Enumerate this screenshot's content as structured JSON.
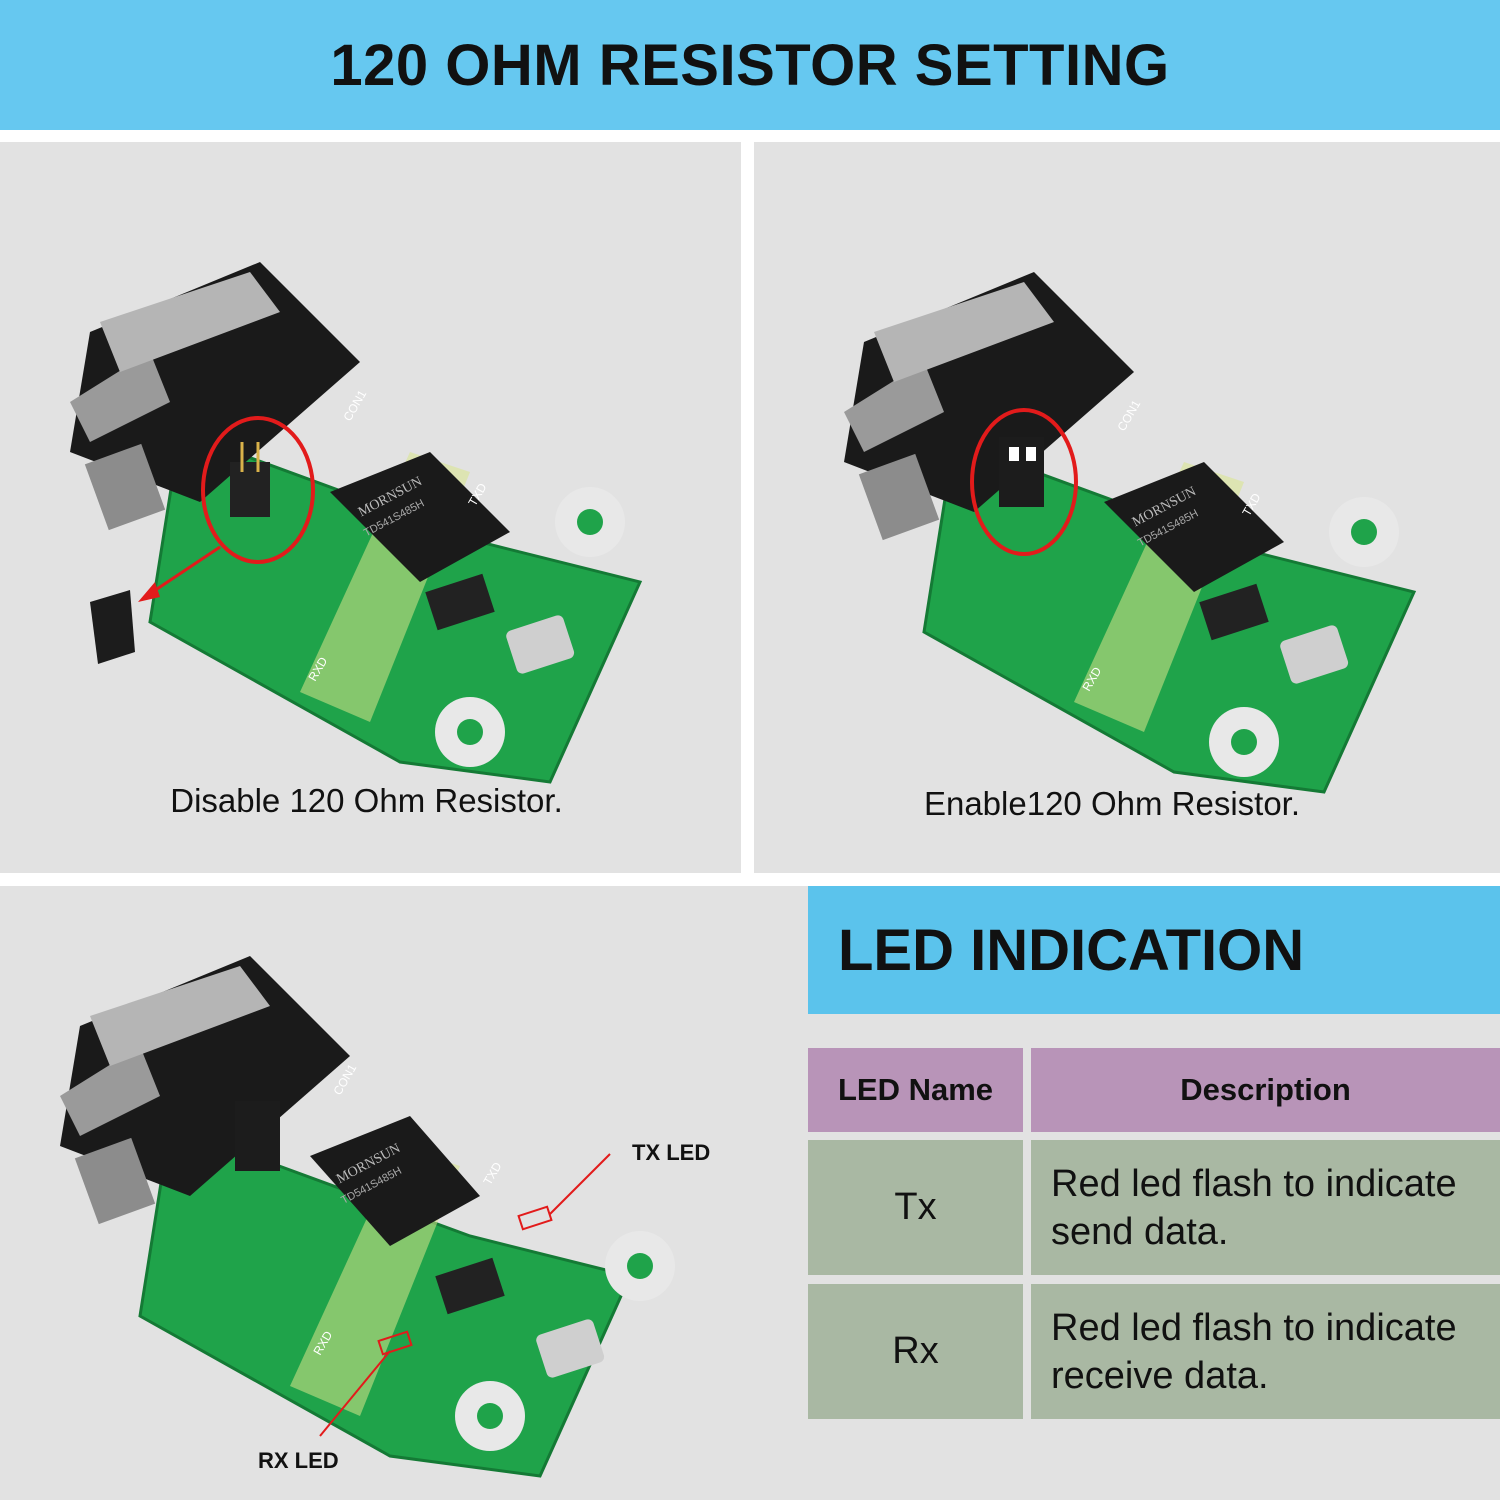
{
  "header": {
    "title": "120 OHM RESISTOR SETTING"
  },
  "panels": {
    "disable": {
      "caption": "Disable 120 Ohm Resistor."
    },
    "enable": {
      "caption": "Enable120 Ohm Resistor."
    }
  },
  "board": {
    "chip_brand": "MORNSUN",
    "chip_model": "TD541S485H",
    "silk_con": "CON1",
    "silk_txd": "TXD",
    "silk_rxd": "RXD"
  },
  "led_section": {
    "title": "LED INDICATION",
    "callouts": {
      "tx": "TX LED",
      "rx": "RX LED"
    },
    "table": {
      "headers": [
        "LED Name",
        "Description"
      ],
      "rows": [
        {
          "name": "Tx",
          "desc_line1": "Red led flash to indicate",
          "desc_line2": "send data."
        },
        {
          "name": "Rx",
          "desc_line1": "Red led flash to indicate",
          "desc_line2": "receive data."
        }
      ]
    }
  },
  "colors": {
    "banner": "#66c8f0",
    "panel_bg": "#e2e2e2",
    "table_header": "#b894b8",
    "table_cell": "#a9b8a3",
    "pcb": "#1fa34a",
    "marker": "#e21b1b"
  }
}
